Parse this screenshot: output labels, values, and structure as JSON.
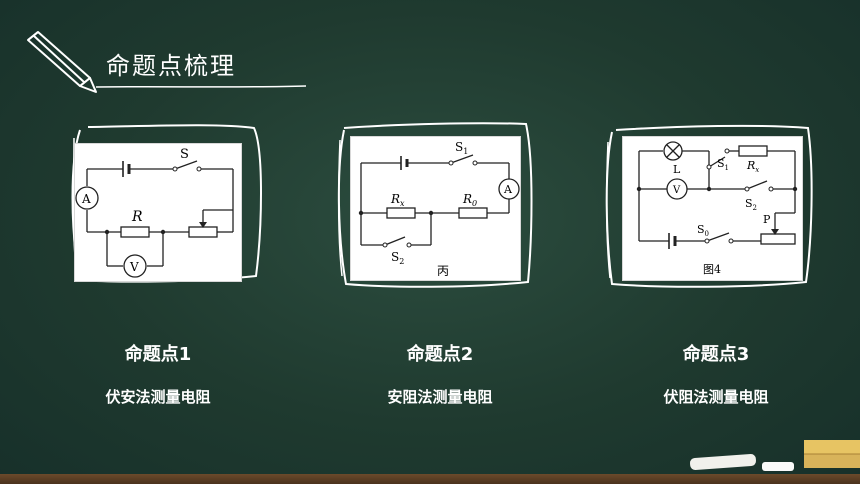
{
  "slide": {
    "title": "命题点梳理",
    "colors": {
      "board": "#1f3a2f",
      "chalk": "#ffffff",
      "ledge": "#5a3d22",
      "eraser": "#d8b35a"
    },
    "icon": "pencil-icon"
  },
  "points": [
    {
      "title": "命题点1",
      "subtitle": "伏安法测量电阻",
      "diagram": {
        "labels": {
          "switch": "S",
          "resistor": "R",
          "ammeter": "A",
          "voltmeter": "V"
        }
      }
    },
    {
      "title": "命题点2",
      "subtitle": "安阻法测量电阻",
      "diagram": {
        "labels": {
          "s1": "S",
          "s1_sub": "1",
          "rx": "R",
          "rx_sub": "x",
          "r0": "R",
          "r0_sub": "0",
          "ammeter": "A",
          "s2": "S",
          "s2_sub": "2",
          "caption": "丙"
        }
      }
    },
    {
      "title": "命题点3",
      "subtitle": "伏阻法测量电阻",
      "diagram": {
        "labels": {
          "lamp": "L",
          "s1": "S",
          "s1_sub": "1",
          "rx": "R",
          "rx_sub": "x",
          "voltmeter": "V",
          "s2": "S",
          "s2_sub": "2",
          "p": "P",
          "s0": "S",
          "s0_sub": "0",
          "caption": "图4"
        }
      }
    }
  ]
}
